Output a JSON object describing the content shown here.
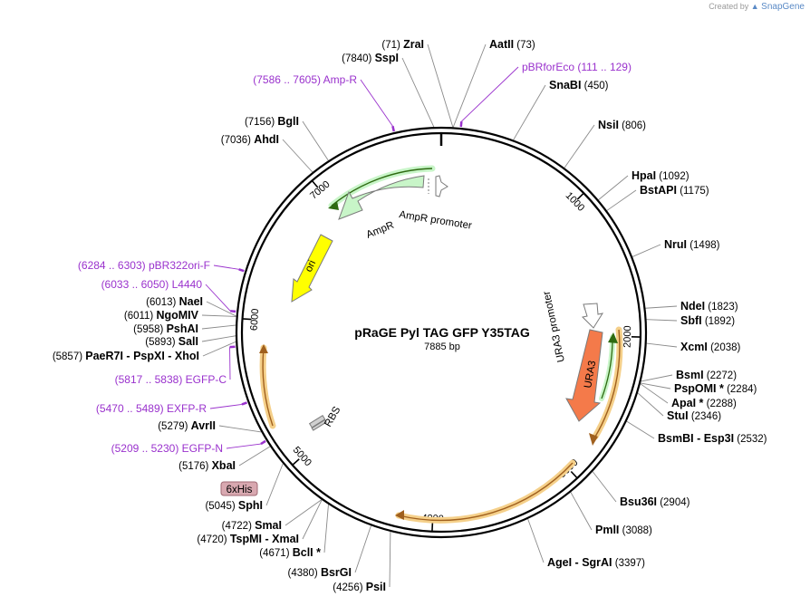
{
  "credit": {
    "prefix": "Created by",
    "brand": "SnapGene"
  },
  "plasmid": {
    "name": "pRaGE Pyl TAG GFP Y35TAG",
    "length_label": "7885 bp",
    "length": 7885
  },
  "ticks": [
    "1000",
    "2000",
    "3000",
    "4000",
    "5000",
    "6000",
    "7000"
  ],
  "sites": [
    {
      "name": "ZraI",
      "pos": "(71)",
      "bp": 71
    },
    {
      "name": "AatII",
      "pos": "(73)",
      "bp": 73
    },
    {
      "name": "SnaBI",
      "pos": "(450)",
      "bp": 450
    },
    {
      "name": "NsiI",
      "pos": "(806)",
      "bp": 806
    },
    {
      "name": "HpaI",
      "pos": "(1092)",
      "bp": 1092
    },
    {
      "name": "BstAPI",
      "pos": "(1175)",
      "bp": 1175
    },
    {
      "name": "NruI",
      "pos": "(1498)",
      "bp": 1498
    },
    {
      "name": "NdeI",
      "pos": "(1823)",
      "bp": 1823
    },
    {
      "name": "SbfI",
      "pos": "(1892)",
      "bp": 1892
    },
    {
      "name": "XcmI",
      "pos": "(2038)",
      "bp": 2038
    },
    {
      "name": "BsmI",
      "pos": "(2272)",
      "bp": 2272
    },
    {
      "name": "PspOMI *",
      "pos": "(2284)",
      "bp": 2284
    },
    {
      "name": "ApaI *",
      "pos": "(2288)",
      "bp": 2288
    },
    {
      "name": "StuI",
      "pos": "(2346)",
      "bp": 2346
    },
    {
      "name": "BsmBI  - Esp3I",
      "pos": "(2532)",
      "bp": 2532
    },
    {
      "name": "Bsu36I",
      "pos": "(2904)",
      "bp": 2904
    },
    {
      "name": "PmlI",
      "pos": "(3088)",
      "bp": 3088
    },
    {
      "name": "AgeI  - SgrAI",
      "pos": "(3397)",
      "bp": 3397
    },
    {
      "name": "PsiI",
      "pos": "(4256)",
      "bp": 4256
    },
    {
      "name": "BsrGI",
      "pos": "(4380)",
      "bp": 4380
    },
    {
      "name": "BclI *",
      "pos": "(4671)",
      "bp": 4671
    },
    {
      "name": "TspMI  - XmaI",
      "pos": "(4720)",
      "bp": 4720
    },
    {
      "name": "SmaI",
      "pos": "(4722)",
      "bp": 4722
    },
    {
      "name": "SphI",
      "pos": "(5045)",
      "bp": 5045
    },
    {
      "name": "XbaI",
      "pos": "(5176)",
      "bp": 5176
    },
    {
      "name": "AvrII",
      "pos": "(5279)",
      "bp": 5279
    },
    {
      "name": "PaeR7I  - PspXI  - XhoI",
      "pos": "(5857)",
      "bp": 5857
    },
    {
      "name": "SalI",
      "pos": "(5893)",
      "bp": 5893
    },
    {
      "name": "PshAI",
      "pos": "(5958)",
      "bp": 5958
    },
    {
      "name": "NgoMIV",
      "pos": "(6011)",
      "bp": 6011
    },
    {
      "name": "NaeI",
      "pos": "(6013)",
      "bp": 6013
    },
    {
      "name": "AhdI",
      "pos": "(7036)",
      "bp": 7036
    },
    {
      "name": "BglI",
      "pos": "(7156)",
      "bp": 7156
    },
    {
      "name": "SspI",
      "pos": "(7840)",
      "bp": 7840
    }
  ],
  "primers": [
    {
      "name": "pBRforEco",
      "range": "(111 .. 129)",
      "bp": 120
    },
    {
      "name": "Amp-R",
      "range": "(7586 .. 7605)",
      "bp": 7595
    },
    {
      "name": "pBR322ori-F",
      "range": "(6284 .. 6303)",
      "bp": 6293
    },
    {
      "name": "L4440",
      "range": "(6033 .. 6050)",
      "bp": 6041
    },
    {
      "name": "EGFP-C",
      "range": "(5817 .. 5838)",
      "bp": 5827
    },
    {
      "name": "EXFP-R",
      "range": "(5470 .. 5489)",
      "bp": 5479
    },
    {
      "name": "EGFP-N",
      "range": "(5209 .. 5230)",
      "bp": 5219
    }
  ],
  "features": {
    "ampr": "AmpR",
    "ampr_promoter": "AmpR promoter",
    "ori": "ori",
    "ura3": "URA3",
    "ura3_promoter": "URA3 promoter",
    "rbs": "RBS",
    "his": "6xHis"
  },
  "colors": {
    "primer": "#9a32cd",
    "ampr_fill": "#c8f5c8",
    "ori_fill": "#ffff00",
    "ura3_fill": "#f47a4a",
    "orf_highlight": "#f5d08a",
    "orf_line": "#a0601e",
    "his_fill": "#d8a8b0"
  }
}
